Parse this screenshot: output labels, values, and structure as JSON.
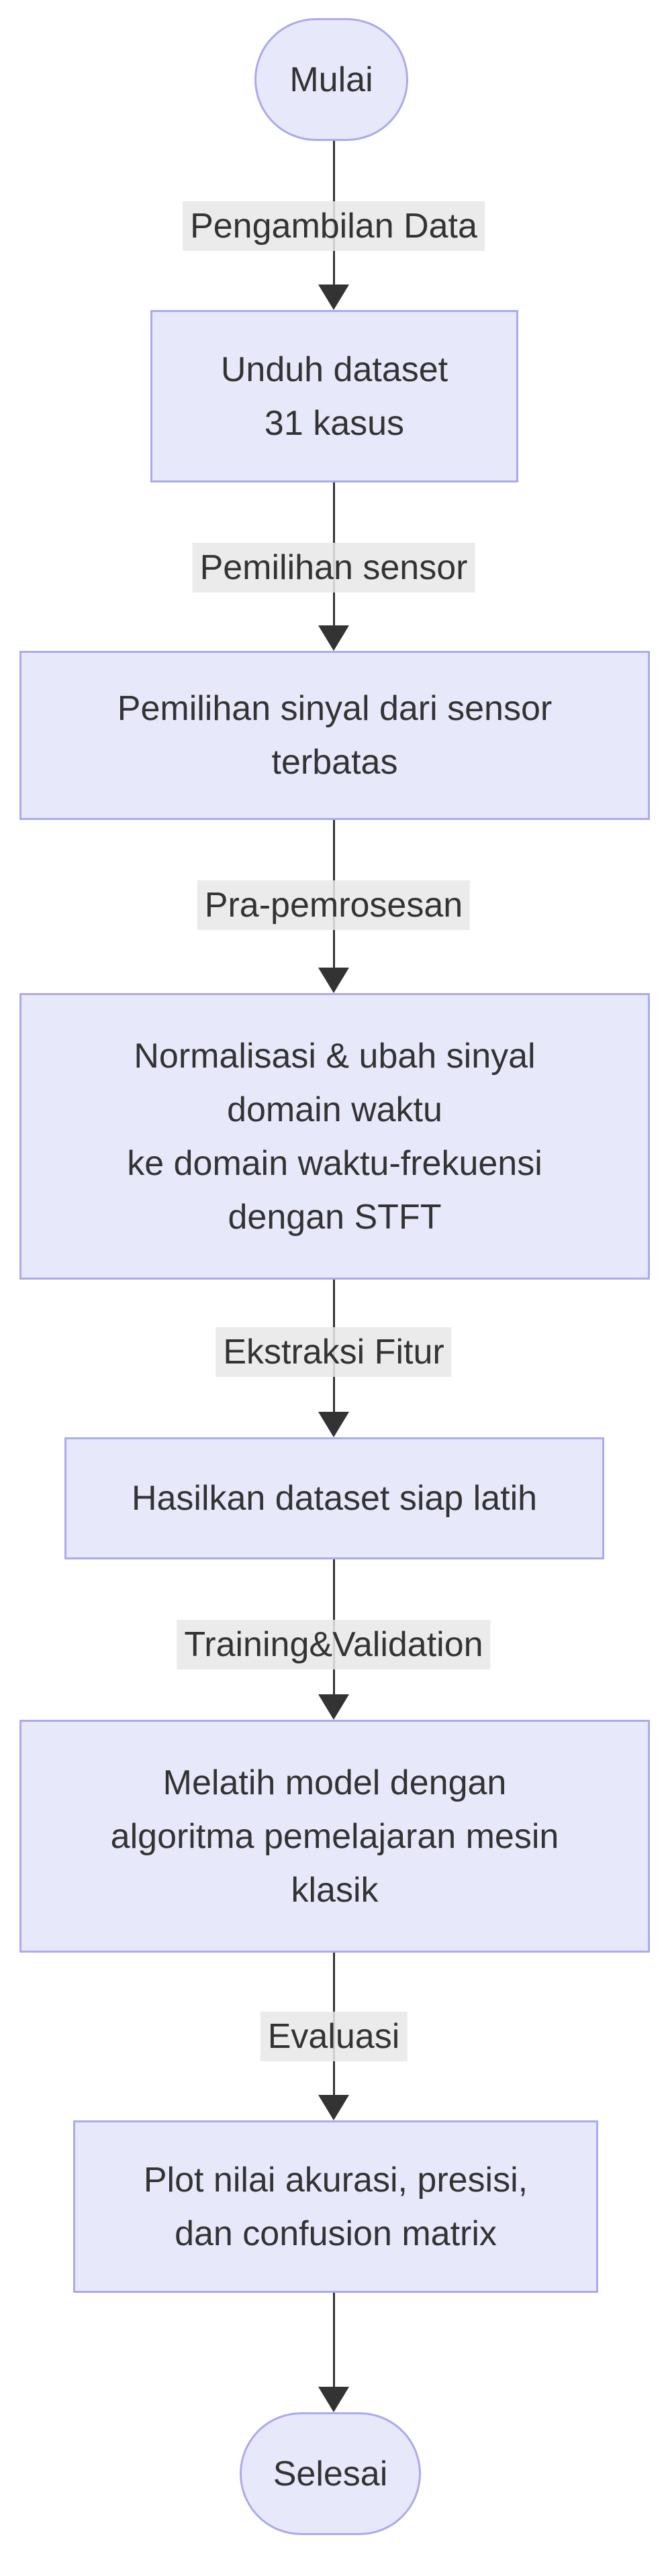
{
  "flowchart": {
    "background": "#ffffff",
    "colors": {
      "node_fill": "#e8e8fb",
      "node_border": "#aaaaee",
      "edge_label_bg": "#e8e8e8",
      "line": "#333333",
      "text": "#333333"
    },
    "nodes": [
      {
        "id": "start",
        "shape": "stadium",
        "lines": [
          "Mulai"
        ]
      },
      {
        "id": "unduh-dataset",
        "shape": "rect",
        "lines": [
          "Unduh dataset",
          "31 kasus"
        ]
      },
      {
        "id": "pemilihan-sinyal",
        "shape": "rect",
        "lines": [
          "Pemilihan sinyal dari sensor",
          "terbatas"
        ]
      },
      {
        "id": "pra-pemrosesan-stft",
        "shape": "rect",
        "lines": [
          "Normalisasi & ubah sinyal",
          "domain waktu",
          "ke domain waktu-frekuensi",
          "dengan STFT"
        ]
      },
      {
        "id": "dataset-siap-latih",
        "shape": "rect",
        "lines": [
          "Hasilkan dataset siap latih"
        ]
      },
      {
        "id": "melatih-model",
        "shape": "rect",
        "lines": [
          "Melatih model dengan",
          "algoritma pemelajaran mesin",
          "klasik"
        ]
      },
      {
        "id": "plot-evaluasi",
        "shape": "rect",
        "lines": [
          "Plot nilai akurasi, presisi,",
          "dan confusion matrix"
        ]
      },
      {
        "id": "end",
        "shape": "stadium",
        "lines": [
          "Selesai"
        ]
      }
    ],
    "edges": [
      {
        "label": "Pengambilan Data"
      },
      {
        "label": "Pemilihan sensor"
      },
      {
        "label": "Pra-pemrosesan"
      },
      {
        "label": "Ekstraksi Fitur"
      },
      {
        "label": "Training&Validation"
      },
      {
        "label": "Evaluasi"
      },
      {
        "label": ""
      }
    ]
  }
}
